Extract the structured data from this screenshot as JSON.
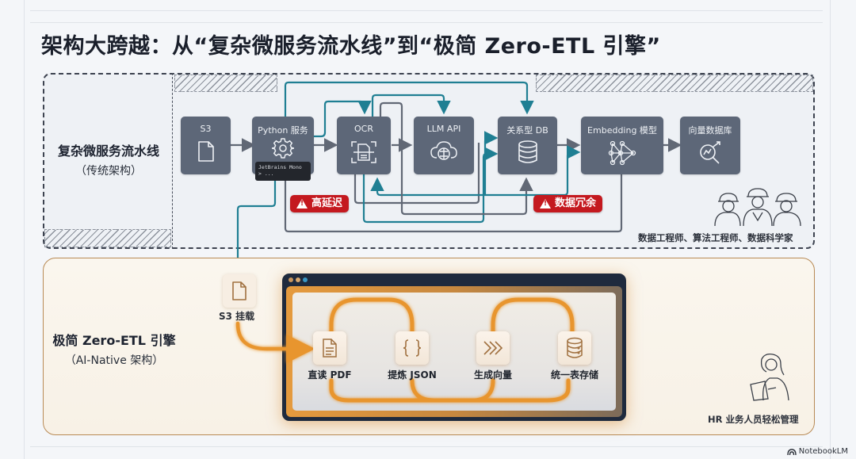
{
  "title": "架构大跨越：从“复杂微服务流水线”到“极简 Zero-ETL 引擎”",
  "legacy": {
    "label_main": "复杂微服务流水线",
    "label_sub": "（传统架构）",
    "nodes": [
      {
        "label": "S3",
        "icon": "file-icon"
      },
      {
        "label": "Python 服务",
        "icon": "gear-icon"
      },
      {
        "label": "OCR",
        "icon": "document-scan-icon"
      },
      {
        "label": "LLM API",
        "icon": "cloud-brain-icon"
      },
      {
        "label": "关系型 DB",
        "icon": "database-icon"
      },
      {
        "label": "Embedding 模型",
        "icon": "neural-network-icon"
      },
      {
        "label": "向量数据库",
        "icon": "vector-search-icon"
      }
    ],
    "terminal": {
      "line1": "JetBrains Mono",
      "line2": "> ..."
    },
    "warnings": [
      {
        "label": "高延迟"
      },
      {
        "label": "数据冗余"
      }
    ],
    "people_caption": "数据工程师、算法工程师、数据科学家"
  },
  "modern": {
    "label_main": "极简 Zero-ETL 引擎",
    "label_sub": "（AI-Native 架构）",
    "s3_mount_label": "S3 挂载",
    "steps": [
      {
        "label": "直读 PDF",
        "icon": "pdf-document-icon"
      },
      {
        "label": "提炼 JSON",
        "icon": "json-braces-icon"
      },
      {
        "label": "生成向量",
        "icon": "chevrons-right-icon"
      },
      {
        "label": "统一表存储",
        "icon": "database-icon"
      }
    ],
    "people_caption": "HR 业务人员轻松管理"
  },
  "brand": "NotebookLM",
  "colors": {
    "node_bg": "#5d6778",
    "teal_flow": "#1f7f93",
    "gray_flow": "#616875",
    "warning": "#c4191f",
    "orange_flow": "#e8952e",
    "modern_border": "#b88a55"
  }
}
